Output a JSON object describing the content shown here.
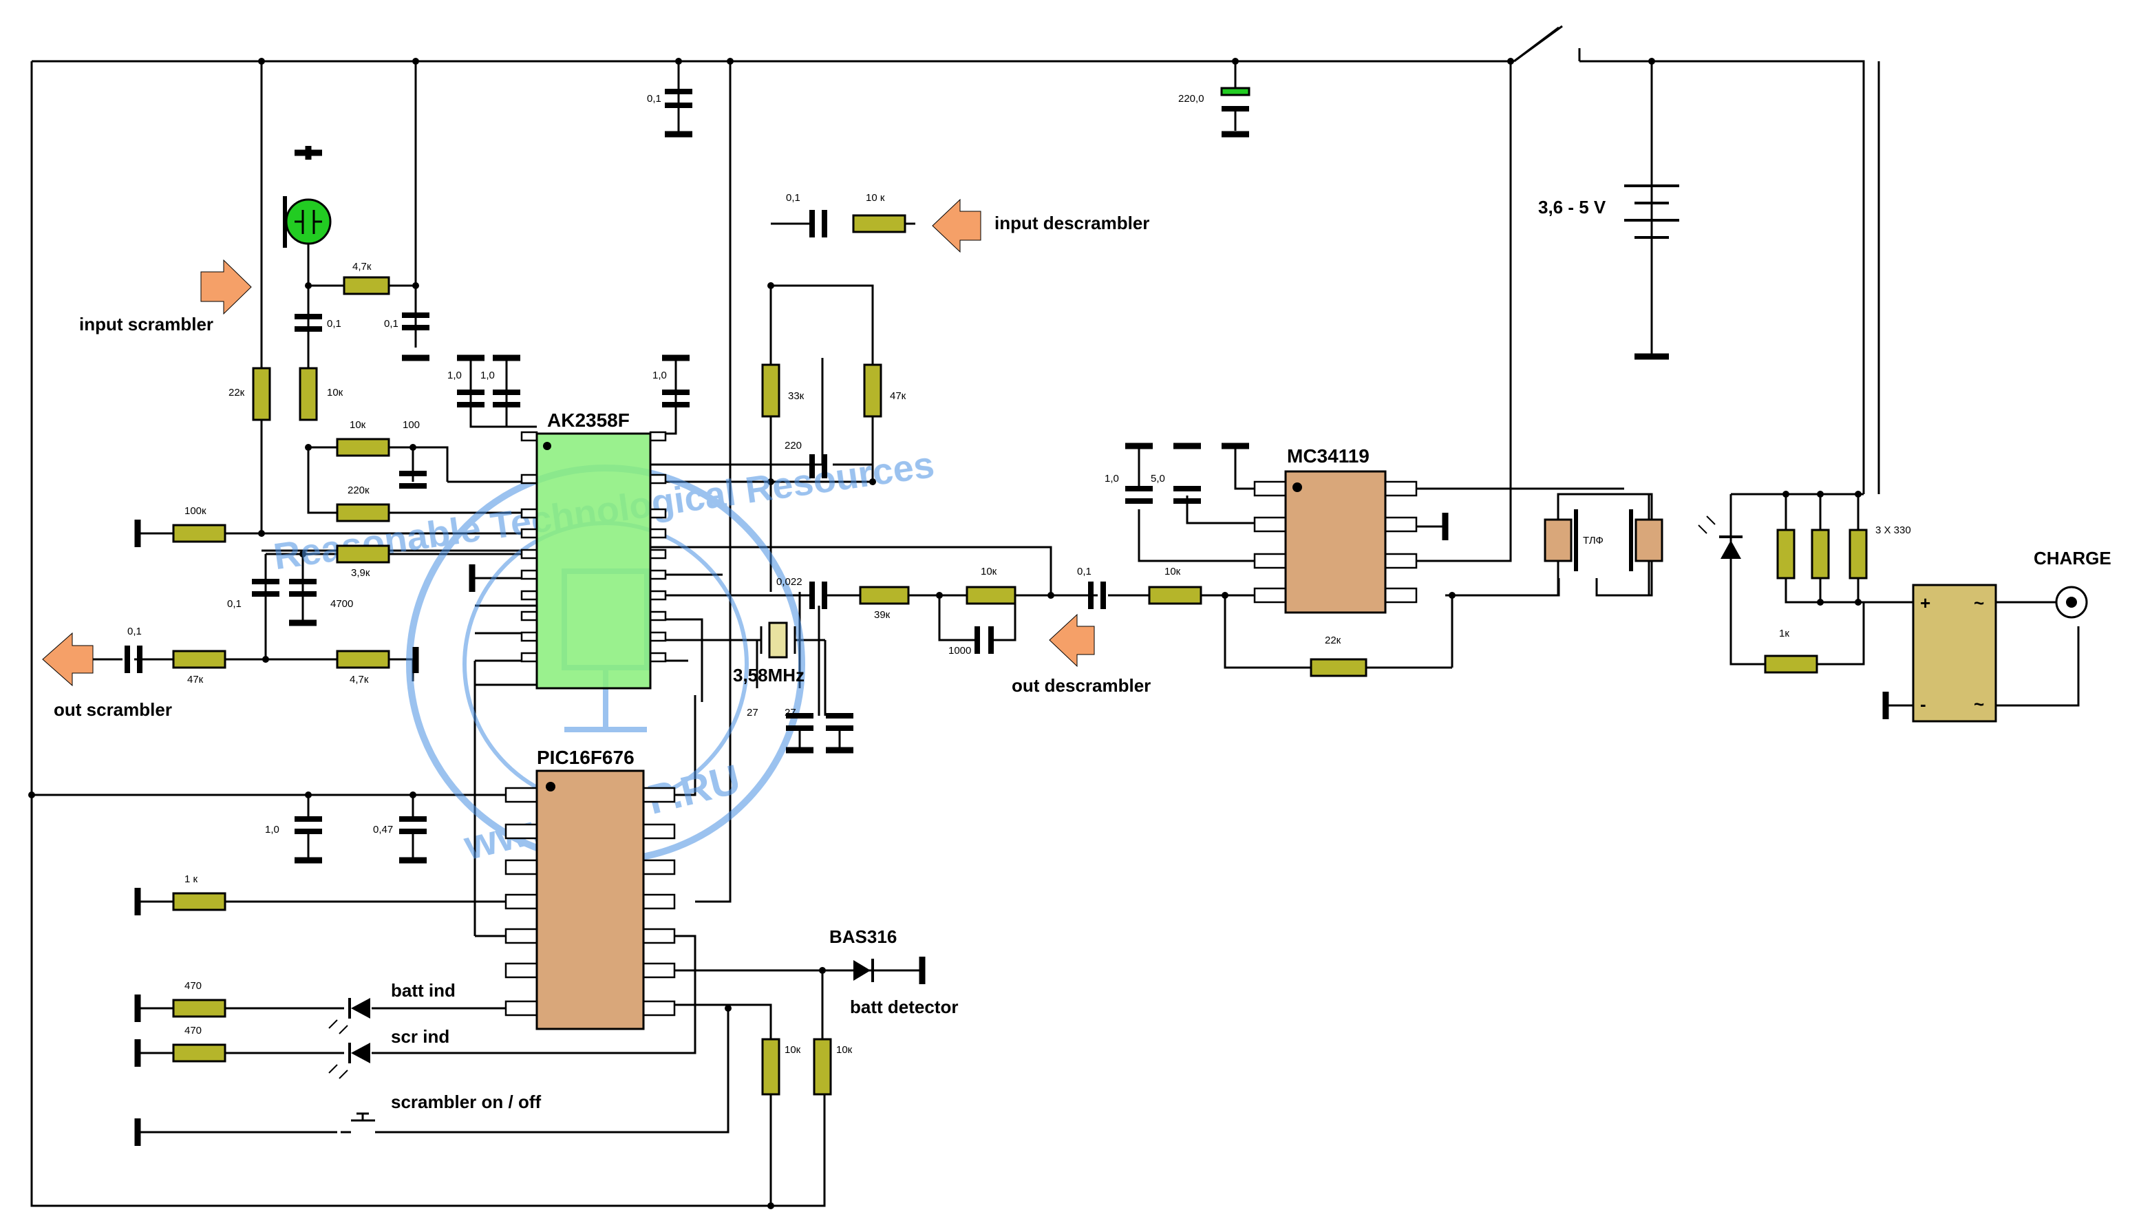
{
  "ics": {
    "ak2358": "AK2358F",
    "pic": "PIC16F676",
    "mc34119": "MC34119"
  },
  "labels": {
    "input_scrambler": "input scrambler",
    "out_scrambler": "out scrambler",
    "input_descrambler": "input descrambler",
    "out_descrambler": "out descrambler",
    "battery_voltage": "3,6 - 5 V",
    "charge": "CHARGE",
    "crystal": "3,58MHz",
    "diode": "BAS316",
    "batt_detector": "batt detector",
    "batt_ind": "batt ind",
    "scr_ind": "scr ind",
    "scrambler_switch": "scrambler on / off",
    "phone": "ТЛФ",
    "bridge_plus": "+",
    "bridge_minus": "-",
    "bridge_ac": "~"
  },
  "values": {
    "c_top": "0,1",
    "c_220u": "220,0",
    "r_4k7_mic": "4,7к",
    "c_mic_1": "0,1",
    "c_mic_2": "0,1",
    "r_22k": "22к",
    "r_10k_mic": "10к",
    "c_1u_a": "1,0",
    "c_1u_b": "1,0",
    "c_1u_c": "1,0",
    "r_10k_a": "10к",
    "r_100": "100",
    "r_220k": "220к",
    "r_100k": "100к",
    "r_3k9": "3,9к",
    "c_0_1_left": "0,1",
    "c_4700": "4700",
    "c_out_0_1": "0,1",
    "r_47k_out": "47к",
    "r_4k7_out": "4,7к",
    "c_in_desc": "0,1",
    "r_10k_in_desc": "10 к",
    "r_33k": "33к",
    "r_47k": "47к",
    "c_220": "220",
    "c_0_022": "0,022",
    "r_39k": "39к",
    "r_10k_desc": "10к",
    "c_1000": "1000",
    "c_0_1_desc": "0,1",
    "r_10k_amp": "10к",
    "c_27_a": "27",
    "c_27_b": "27",
    "c_1u_amp": "1,0",
    "c_5u_amp": "5,0",
    "r_22k_amp": "22к",
    "c_1u_pic": "1,0",
    "c_0_47": "0,47",
    "r_1k_pic": "1 к",
    "r_470_a": "470",
    "r_470_b": "470",
    "r_10k_det_a": "10к",
    "r_10k_det_b": "10к",
    "r_3x330": "3 X 330",
    "r_1k_charge": "1к"
  },
  "watermark": {
    "top": "Reasonable Technological Resources",
    "bottom": "www.VRTP.RU"
  },
  "colors": {
    "resistor": "#b5b52a",
    "ak2358_fill": "#88ee7a",
    "ic_fill": "#d9a77a",
    "arrow": "#f5a068",
    "mic": "#22cc22",
    "bridge": "#d4c070",
    "watermark": "#4a90e2"
  },
  "icons": [
    "microphone-icon",
    "battery-icon",
    "switch-icon",
    "led-icon",
    "diode-icon",
    "crystal-icon",
    "socket-icon",
    "push-button-icon"
  ]
}
